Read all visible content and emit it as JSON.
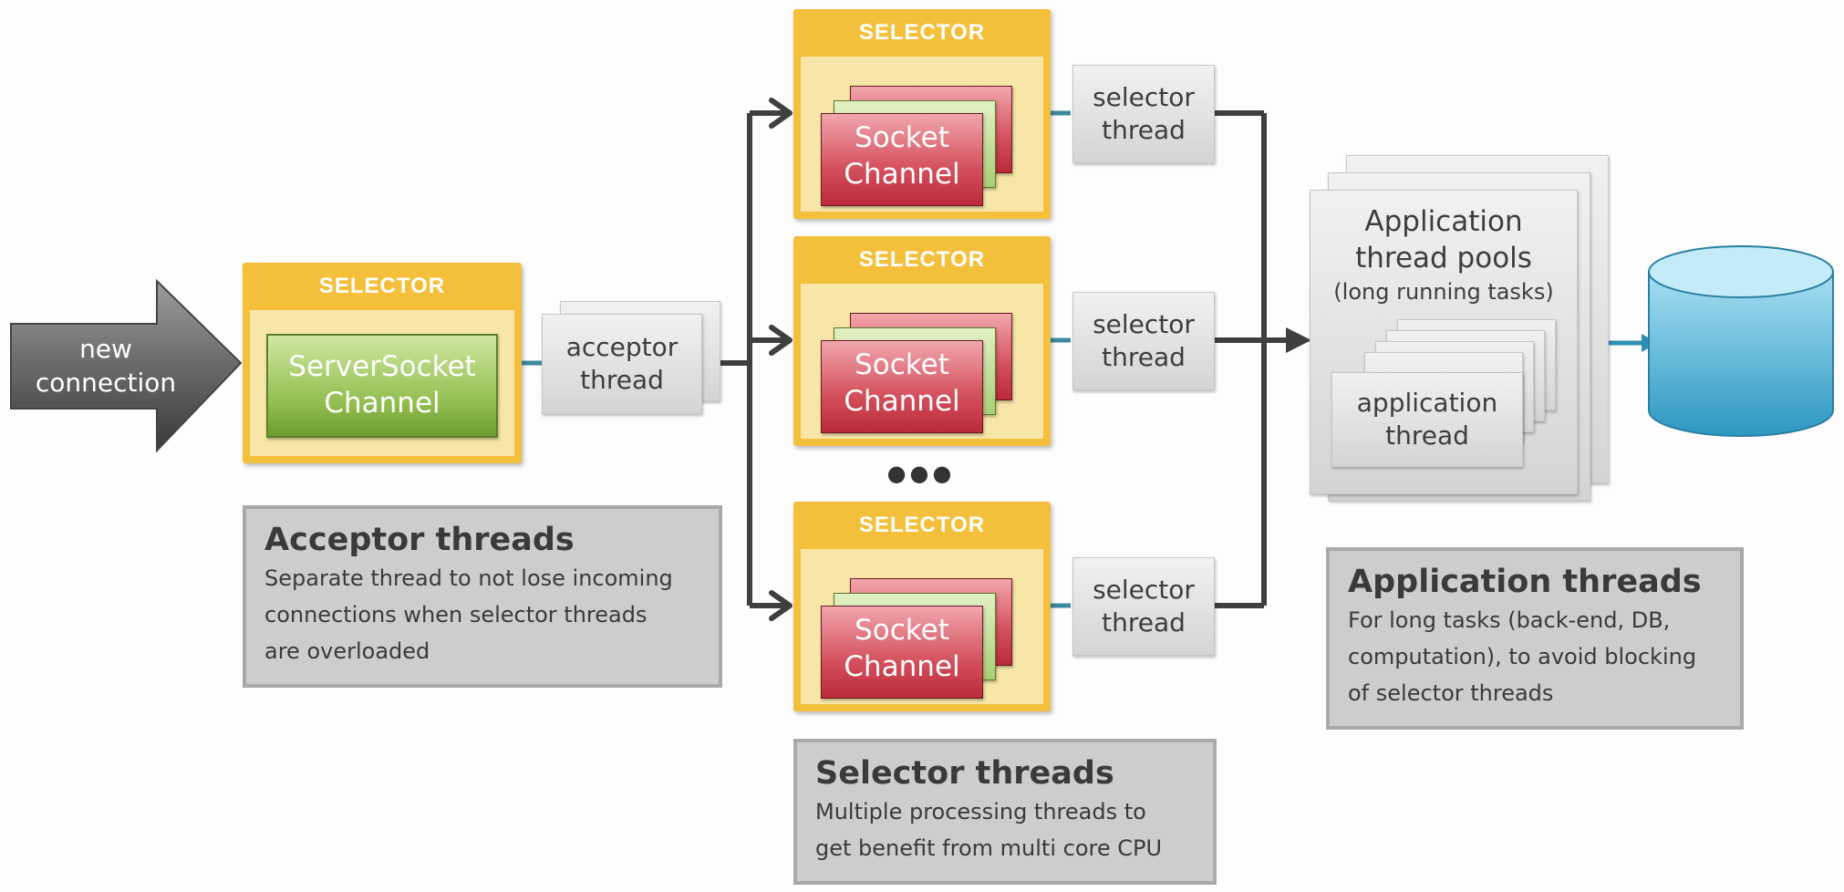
{
  "new_connection": {
    "line1": "new",
    "line2": "connection"
  },
  "acceptor_selector": {
    "title": "SELECTOR",
    "channel_line1": "ServerSocket",
    "channel_line2": "Channel"
  },
  "acceptor_thread": {
    "line1": "acceptor",
    "line2": "thread"
  },
  "selectors": [
    {
      "title": "SELECTOR",
      "channel_line1": "Socket",
      "channel_line2": "Channel",
      "thread_line1": "selector",
      "thread_line2": "thread"
    },
    {
      "title": "SELECTOR",
      "channel_line1": "Socket",
      "channel_line2": "Channel",
      "thread_line1": "selector",
      "thread_line2": "thread"
    },
    {
      "title": "SELECTOR",
      "channel_line1": "Socket",
      "channel_line2": "Channel",
      "thread_line1": "selector",
      "thread_line2": "thread"
    }
  ],
  "ellipsis": "●●●",
  "app_pools": {
    "line1": "Application",
    "line2": "thread pools",
    "line3": "(long running tasks)",
    "inner_line1": "application",
    "inner_line2": "thread"
  },
  "info_acceptor": {
    "title": "Acceptor threads",
    "lines": [
      "Separate thread to not lose incoming",
      "connections when selector threads",
      "are overloaded"
    ]
  },
  "info_selector": {
    "title": "Selector threads",
    "lines": [
      "Multiple processing threads to",
      "get benefit from multi core CPU"
    ]
  },
  "info_application": {
    "title": "Application threads",
    "lines": [
      "For long tasks (back-end, DB,",
      "computation), to avoid blocking",
      "of selector threads"
    ]
  },
  "colors": {
    "selector_gold": "#f4c03c",
    "channel_red": "#d4505d",
    "channel_green": "#a9cd74",
    "database_blue": "#5fb7d9",
    "connector_teal": "#3b8aa0"
  }
}
